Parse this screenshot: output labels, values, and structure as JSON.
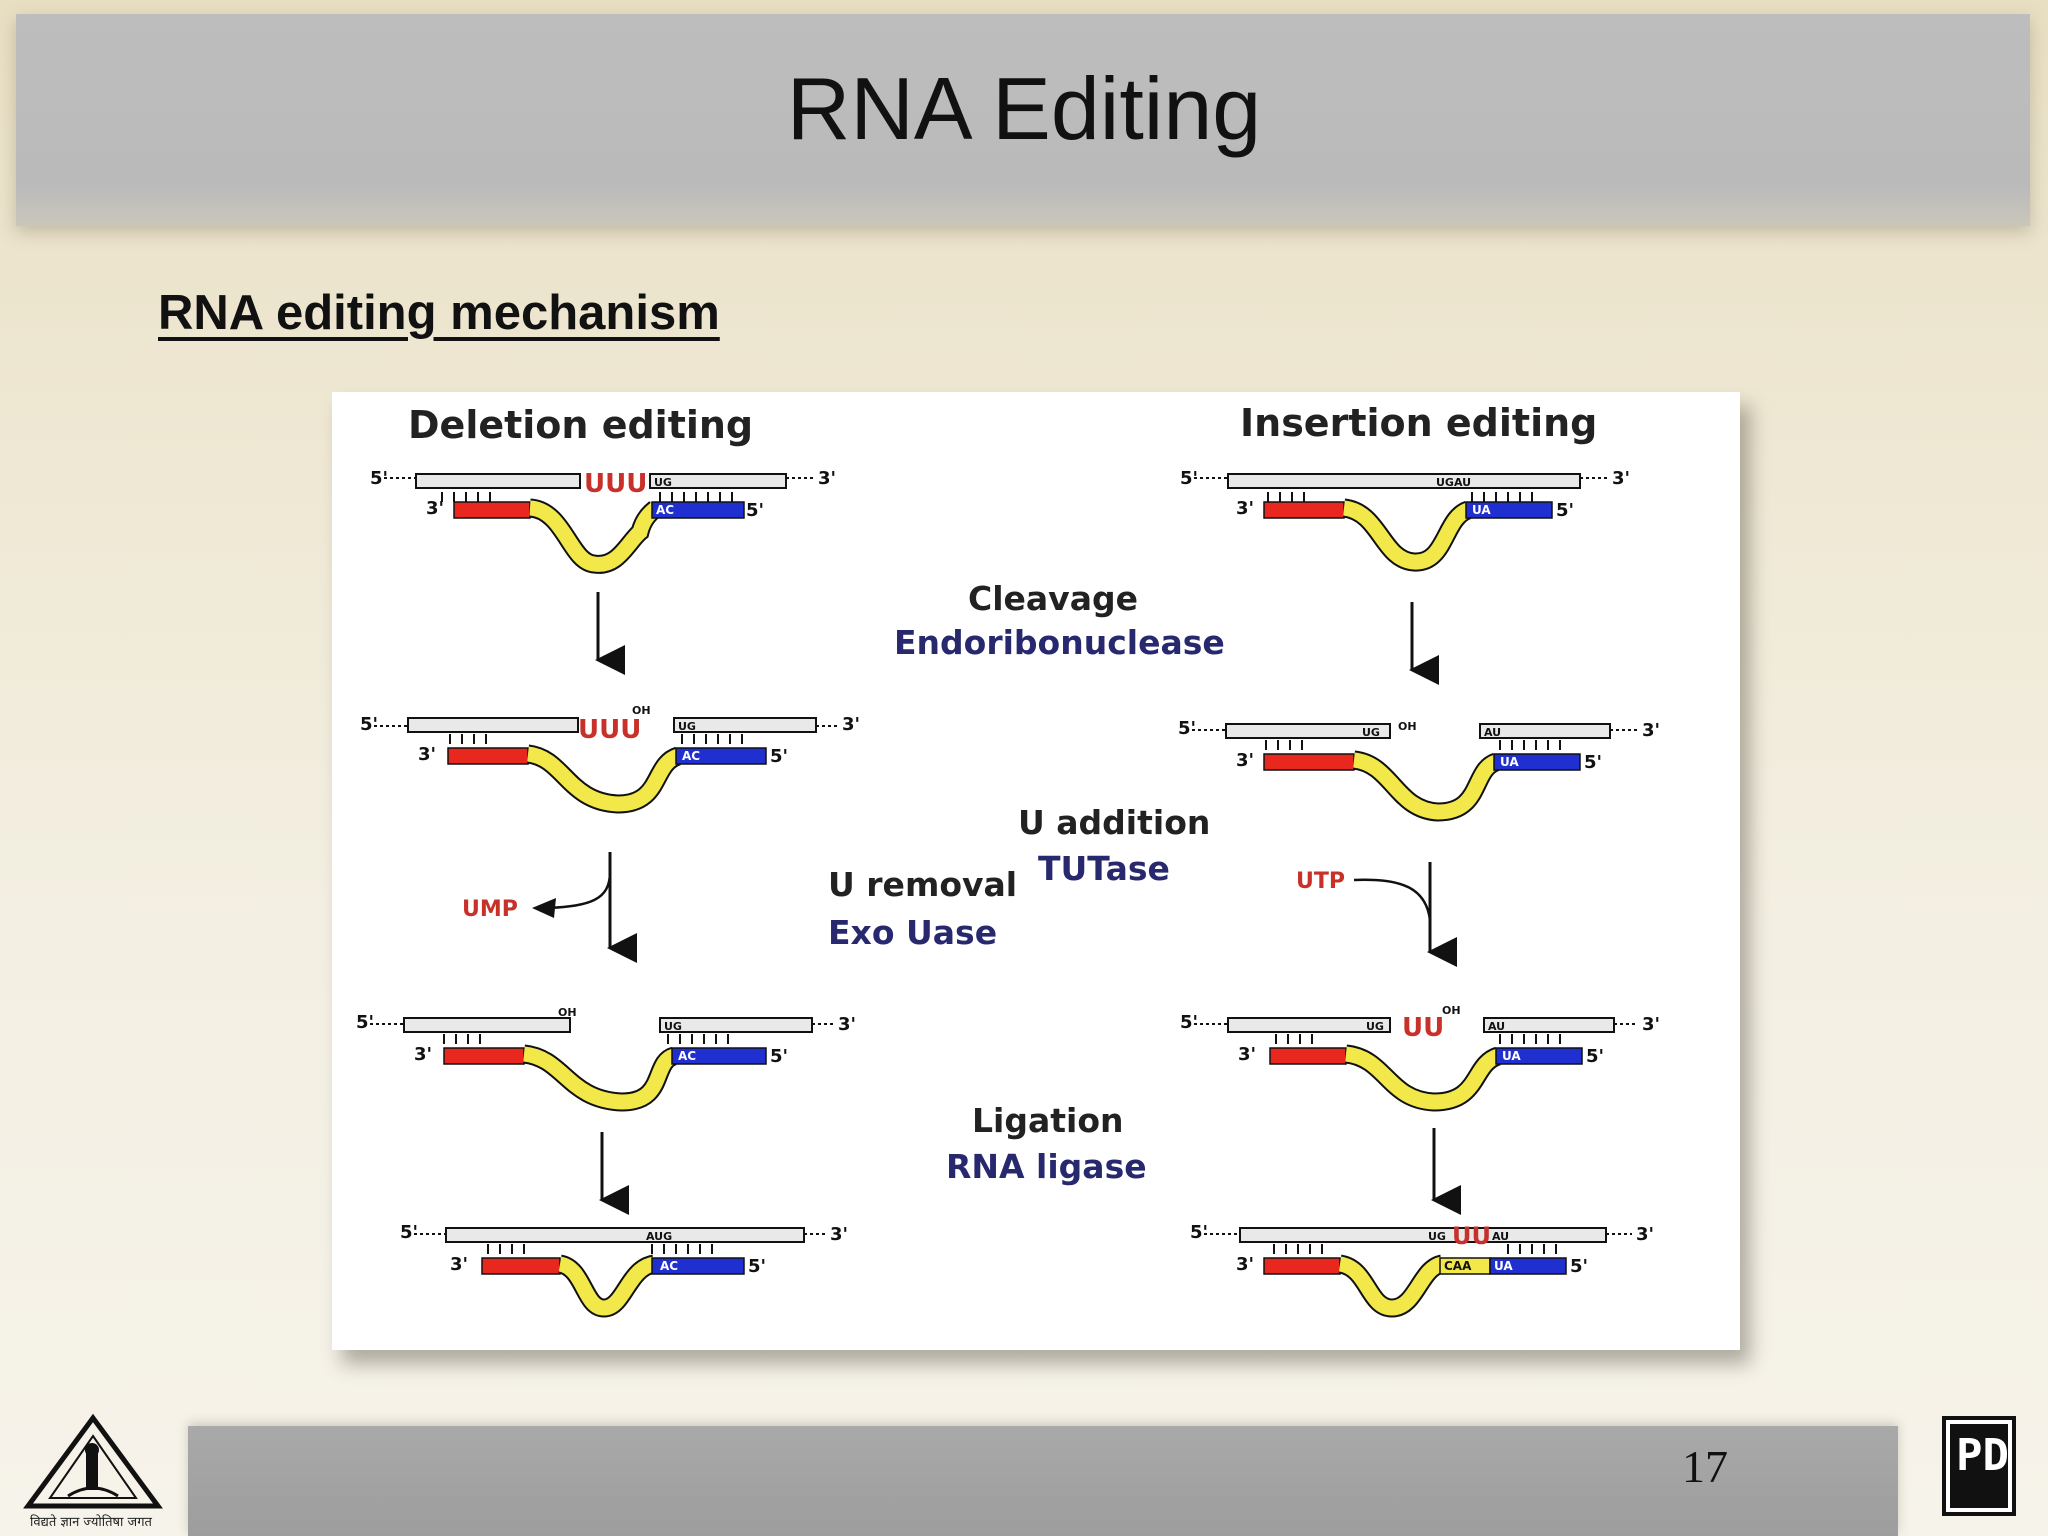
{
  "slide": {
    "title": "RNA Editing",
    "subtitle": "RNA editing mechanism",
    "page_number": "17"
  },
  "diagram": {
    "left_heading": "Deletion editing",
    "right_heading": "Insertion editing",
    "steps": {
      "cleavage": "Cleavage",
      "cleavage_enzyme": "Endoribonuclease",
      "u_addition": "U addition",
      "u_addition_enzyme": "TUTase",
      "u_removal": "U removal",
      "u_removal_enzyme": "Exo Uase",
      "ligation": "Ligation",
      "ligation_enzyme": "RNA ligase"
    },
    "byproducts": {
      "ump": "UMP",
      "utp": "UTP"
    },
    "end_labels": {
      "five_prime": "5'",
      "three_prime": "3'"
    },
    "sequences": {
      "uuu": "UUU",
      "ug": "UG",
      "ac": "AC",
      "ua": "UA",
      "ugau": "UGAU",
      "au": "AU",
      "aug": "AUG",
      "uu": "UU",
      "caa": "CAA",
      "oh": "OH"
    },
    "colors": {
      "red_strand": "#e8281e",
      "blue_strand": "#1f2fd0",
      "yellow_guide": "#f2e84a",
      "accent_text": "#27286e",
      "u_text": "#c8302a"
    }
  },
  "logos": {
    "left_caption": "विद्यते ज्ञान ज्योतिषा जगत",
    "right_monogram": "PD"
  }
}
